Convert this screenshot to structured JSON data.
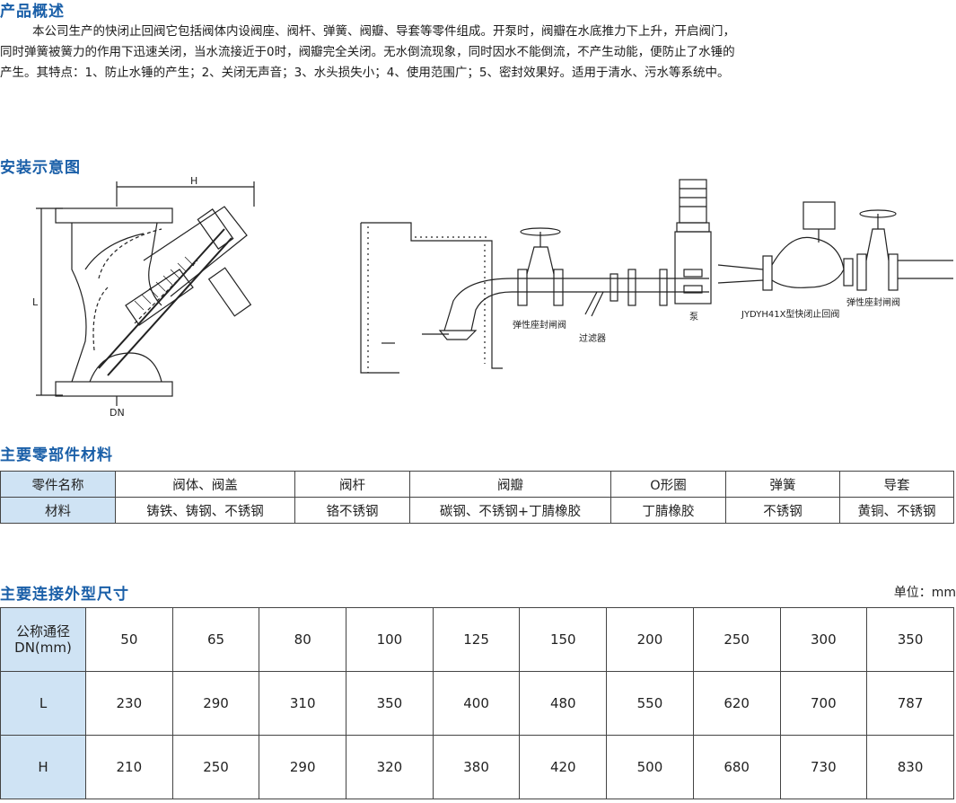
{
  "overview": {
    "title": "产品概述",
    "paragraph_lines": [
      "本公司生产的快闭止回阀它包括阀体内设阀座、阀杆、弹簧、阀瓣、导套等零件组成。开泵时，阀瓣在水底推力下上升，开启阀门，",
      "同时弹簧被簧力的作用下迅速关闭，当水流接近于0时，阀瓣完全关闭。无水倒流现象，同时因水不能倒流，不产生动能，便防止了水锤的",
      "产生。其特点：1、防止水锤的产生；2、关闭无声音；3、水头损失小；4、使用范围广；5、密封效果好。适用于清水、污水等系统中。"
    ]
  },
  "install": {
    "title": "安装示意图",
    "diagram_labels": {
      "h": "H",
      "l": "L",
      "dn": "DN",
      "gate_valve_left": "弹性座封闸阀",
      "filter": "过滤器",
      "pump": "泵",
      "check_valve": "JYDYH41X型快闭止回阀",
      "gate_valve_right": "弹性座封闸阀"
    }
  },
  "materials": {
    "title": "主要零部件材料",
    "header": [
      "零件名称",
      "阀体、阀盖",
      "阀杆",
      "阀瓣",
      "O形圈",
      "弹簧",
      "导套"
    ],
    "row": [
      "材料",
      "铸铁、铸钢、不锈钢",
      "铬不锈钢",
      "碳钢、不锈钢+丁腈橡胶",
      "丁腈橡胶",
      "不锈钢",
      "黄铜、不锈钢"
    ]
  },
  "dimensions": {
    "title": "主要连接外型尺寸",
    "unit": "单位：mm",
    "rows": [
      {
        "label": "公称通径\nDN(mm)",
        "values": [
          "50",
          "65",
          "80",
          "100",
          "125",
          "150",
          "200",
          "250",
          "300",
          "350"
        ]
      },
      {
        "label": "L",
        "values": [
          "230",
          "290",
          "310",
          "350",
          "400",
          "480",
          "550",
          "620",
          "700",
          "787"
        ]
      },
      {
        "label": "H",
        "values": [
          "210",
          "250",
          "290",
          "320",
          "380",
          "420",
          "500",
          "680",
          "730",
          "830"
        ]
      }
    ]
  },
  "colors": {
    "accent": "#1a5fa8",
    "header_fill": "#cfe3f4"
  }
}
